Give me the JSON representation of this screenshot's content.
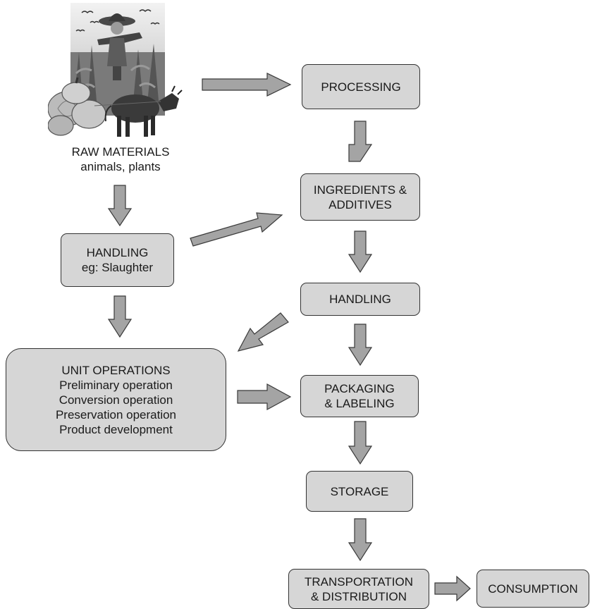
{
  "raw_materials": {
    "title": "RAW MATERIALS",
    "subtitle": "animals, plants",
    "picture": "farm-illustration"
  },
  "processing": {
    "label": "PROCESSING"
  },
  "ingredients": {
    "line1": "INGREDIENTS &",
    "line2": "ADDITIVES"
  },
  "handling_slaughter": {
    "line1": "HANDLING",
    "line2": "eg: Slaughter"
  },
  "handling": {
    "label": "HANDLING"
  },
  "unit_operations": {
    "title": "UNIT OPERATIONS",
    "items": [
      "Preliminary operation",
      "Conversion operation",
      "Preservation operation",
      "Product development"
    ]
  },
  "packaging": {
    "line1": "PACKAGING",
    "line2": "& LABELING"
  },
  "storage": {
    "label": "STORAGE"
  },
  "transportation": {
    "line1": "TRANSPORTATION",
    "line2": "& DISTRIBUTION"
  },
  "consumption": {
    "label": "CONSUMPTION"
  },
  "colors": {
    "box_fill": "#d6d6d6",
    "arrow_fill": "#a4a4a4",
    "outline": "#333333",
    "text": "#1a1a1a"
  }
}
